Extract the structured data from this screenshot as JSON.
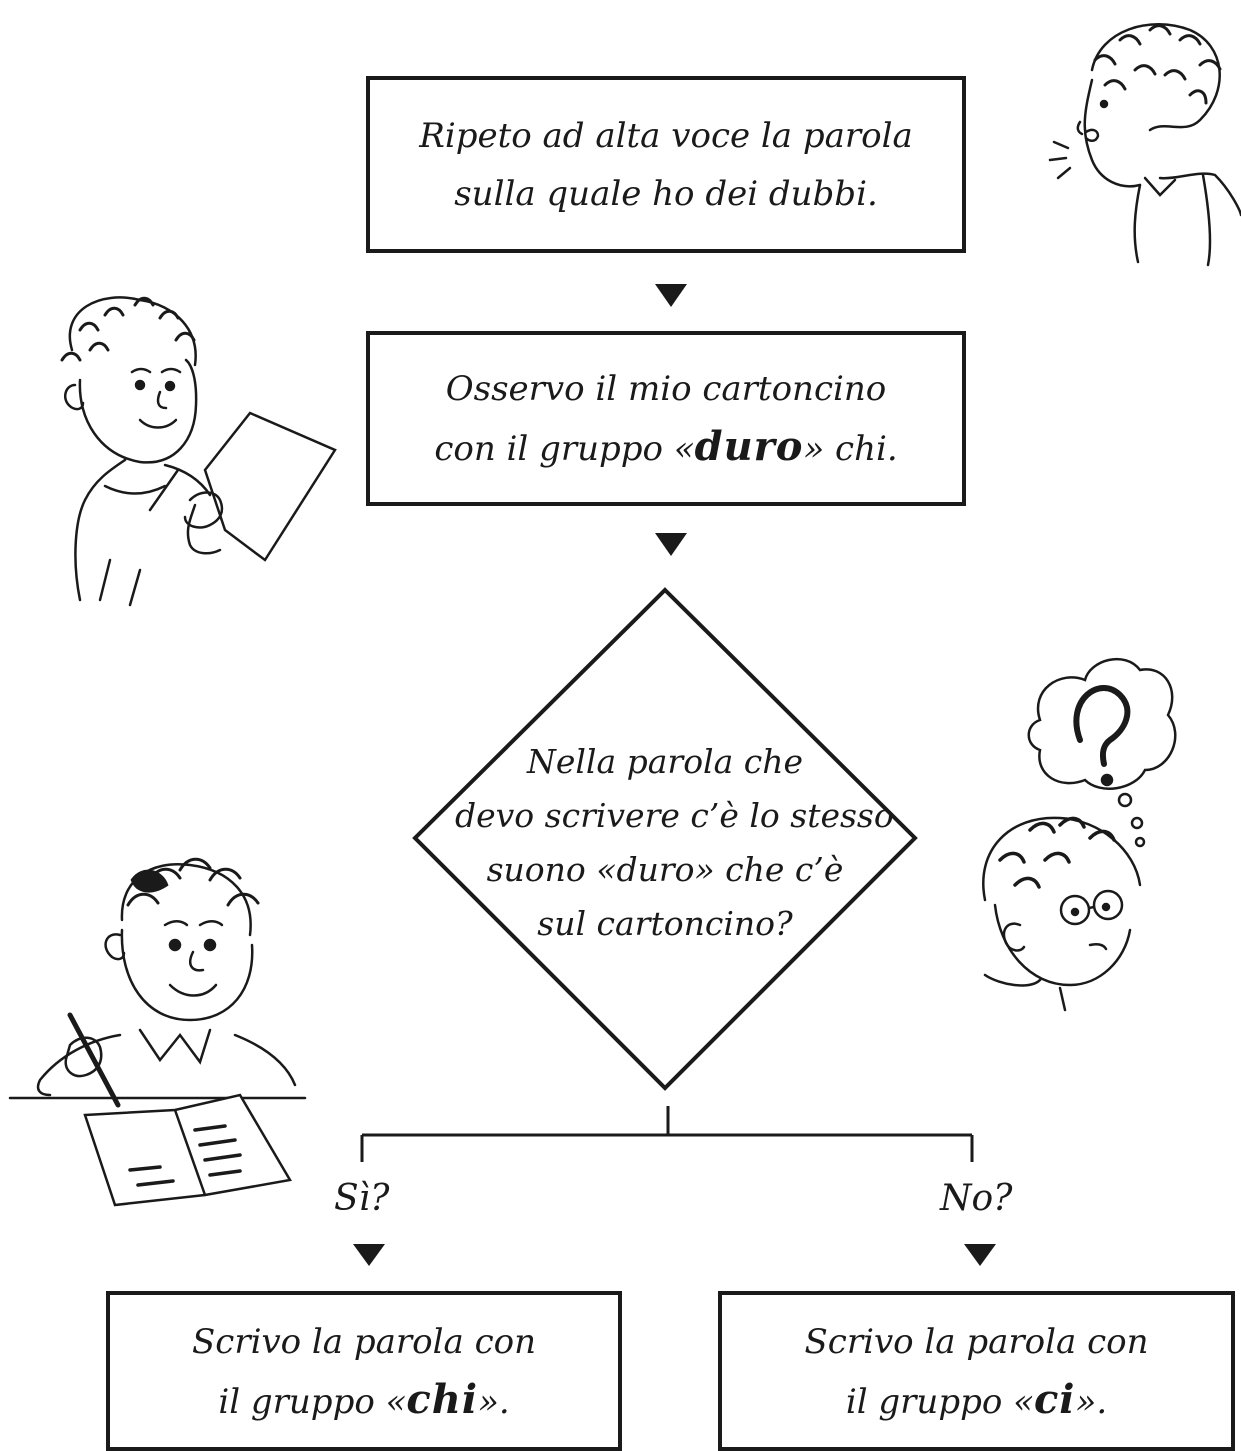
{
  "step1": {
    "line1": "Ripeto ad alta voce la parola",
    "line2": "sulla quale ho dei dubbi."
  },
  "step2": {
    "line1": "Osservo il mio cartoncino",
    "line2_pre": "con il gruppo «",
    "line2_em": "duro",
    "line2_post": "» chi."
  },
  "decision": {
    "line1": "Nella parola che",
    "line2": "devo scrivere c’è lo stesso",
    "line3": "suono «duro» che c’è",
    "line4": "sul cartoncino?"
  },
  "branch_yes": {
    "label": "Sì?"
  },
  "branch_no": {
    "label": "No?"
  },
  "result_yes": {
    "line1": "Scrivo la parola con",
    "line2_pre": "il gruppo «",
    "line2_em": "chi",
    "line2_post": "»."
  },
  "result_no": {
    "line1": "Scrivo la parola con",
    "line2_pre": "il gruppo «",
    "line2_em": "ci",
    "line2_post": "»."
  },
  "colors": {
    "ink": "#1a1a1a",
    "paper": "#ffffff"
  },
  "illustrations": [
    "boy-speaking-illustration",
    "boy-reading-card-illustration",
    "boy-thinking-question-illustration",
    "boy-writing-illustration"
  ]
}
